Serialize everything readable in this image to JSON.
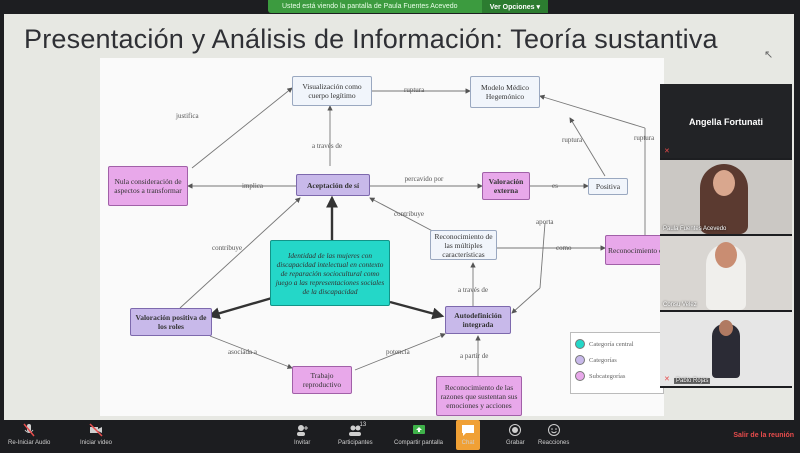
{
  "share_banner": {
    "text": "Usted está viendo la pantalla de Paula Fuentes Acevedo",
    "options": "Ver Opciones ▾"
  },
  "slide": {
    "title": "Presentación y Análisis de Información: Teoría sustantiva"
  },
  "concept_map": {
    "nodes": {
      "visualizacion": "Visualización como cuerpo legítimo",
      "modelo": "Modelo Médico Hegemónico",
      "nula": "Nula consideración de aspectos a transformar",
      "aceptacion": "Aceptación de sí",
      "validacion": "Valoración externa",
      "positiva": "Positiva",
      "identidad": "Identidad de las mujeres con discapacidad intelectual en contexto de reparación sociocultural como juego a las representaciones sociales de la discapacidad",
      "reconocimiento": "Reconocimiento de las múltiples características",
      "reconocimiento_disc": "Reconocimiento de la discapacidad",
      "valoracion_roles": "Valoración positiva de los roles",
      "autodefinicion": "Autodefinición integrada",
      "trabajo": "Trabajo reproductivo",
      "reconocimiento_razones": "Reconocimiento de las razones que sustentan sus emociones y acciones"
    },
    "links": {
      "justifica": "justifica",
      "ruptura_top": "ruptura",
      "ruptura_mid": "ruptura",
      "ruptura_right": "ruptura",
      "a_traves_de_top": "a través de",
      "implica": "implica",
      "percavido": "percavido por",
      "es": "es",
      "contribuye_top": "contribuye",
      "aporta": "aporta",
      "contribuye_left": "contribuye",
      "como": "como",
      "a_traves_de_mid": "a través de",
      "asociada": "asociada a",
      "potencia": "potencia",
      "a_partir_de": "a partir de"
    },
    "legend": [
      {
        "label": "Categoría central",
        "color": "#24d7c8"
      },
      {
        "label": "Categorías",
        "color": "#c8b9ea"
      },
      {
        "label": "Subcategorías",
        "color": "#e8a8ea"
      }
    ]
  },
  "participants": {
    "active_speaker": "Angella Fortunati",
    "tiles": [
      "Paula Fuentes Acevedo",
      "Consu Velez",
      "Pablo Rojas"
    ]
  },
  "toolbar": {
    "audio": "Re-Iniciar Audio",
    "video": "Iniciar video",
    "invite": "Invitar",
    "participants": "Participantes",
    "participants_count": "13",
    "share": "Compartir pantalla",
    "chat": "Chat",
    "record": "Grabar",
    "reactions": "Reacciones",
    "leave": "Salir de la reunión"
  }
}
